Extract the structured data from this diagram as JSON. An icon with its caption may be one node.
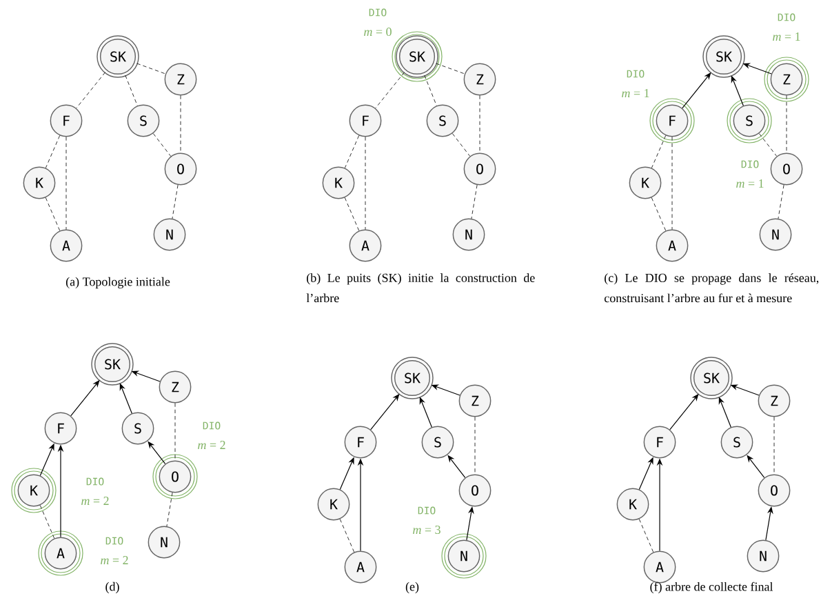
{
  "diagram": {
    "nodes": [
      {
        "text": [
          "SK"
        ]
      },
      {
        "text": [
          "Z"
        ]
      },
      {
        "text": [
          "F"
        ]
      },
      {
        "text": [
          "S"
        ]
      },
      {
        "text": [
          "O"
        ]
      },
      {
        "text": [
          "K"
        ]
      },
      {
        "text": [
          "A"
        ]
      },
      {
        "text": [
          "N"
        ]
      },
      {
        "text": [
          "SK"
        ],
        "beside": [
          "DIO",
          "*m* = 0"
        ]
      },
      {
        "text": [
          "Z"
        ]
      },
      {
        "text": [
          "F"
        ]
      },
      {
        "text": [
          "S"
        ]
      },
      {
        "text": [
          "O"
        ]
      },
      {
        "text": [
          "K"
        ]
      },
      {
        "text": [
          "A"
        ]
      },
      {
        "text": [
          "N"
        ]
      },
      {
        "text": [
          "SK"
        ]
      },
      {
        "text": [
          "Z"
        ],
        "beside": [
          "DIO",
          "*m* = 1"
        ]
      },
      {
        "text": [
          "F"
        ],
        "beside": [
          "DIO",
          "*m* = 1"
        ]
      },
      {
        "text": [
          "S"
        ],
        "beside": [
          "DIO",
          "*m* = 1"
        ]
      },
      {
        "text": [
          "O"
        ]
      },
      {
        "text": [
          "K"
        ]
      },
      {
        "text": [
          "A"
        ]
      },
      {
        "text": [
          "N"
        ]
      },
      {
        "text": [
          "SK"
        ]
      },
      {
        "text": [
          "Z"
        ]
      },
      {
        "text": [
          "F"
        ]
      },
      {
        "text": [
          "S"
        ]
      },
      {
        "text": [
          "O"
        ],
        "beside": [
          "DIO",
          "*m* = 2"
        ]
      },
      {
        "text": [
          "K"
        ],
        "beside": [
          "DIO",
          "*m* = 2"
        ]
      },
      {
        "text": [
          "A"
        ],
        "beside": [
          "DIO",
          "*m* = 2"
        ]
      },
      {
        "text": [
          "N"
        ]
      },
      {
        "text": [
          "SK"
        ]
      },
      {
        "text": [
          "Z"
        ]
      },
      {
        "text": [
          "F"
        ]
      },
      {
        "text": [
          "S"
        ]
      },
      {
        "text": [
          "O"
        ]
      },
      {
        "text": [
          "K"
        ]
      },
      {
        "text": [
          "A"
        ]
      },
      {
        "text": [
          "N"
        ],
        "beside": [
          "DIO",
          "*m* = 3"
        ]
      },
      {
        "text": [
          "SK"
        ]
      },
      {
        "text": [
          "Z"
        ]
      },
      {
        "text": [
          "F"
        ]
      },
      {
        "text": [
          "S"
        ]
      },
      {
        "text": [
          "O"
        ]
      },
      {
        "text": [
          "K"
        ]
      },
      {
        "text": [
          "A"
        ]
      },
      {
        "text": [
          "N"
        ]
      }
    ],
    "edges": [
      {
        "from": 0,
        "to": 2,
        "arrow": "none",
        "style": "dashed"
      },
      {
        "from": 0,
        "to": 3,
        "arrow": "none",
        "style": "dashed"
      },
      {
        "from": 0,
        "to": 1,
        "arrow": "none",
        "style": "dashed"
      },
      {
        "from": 2,
        "to": 5,
        "arrow": "none",
        "style": "dashed"
      },
      {
        "from": 2,
        "to": 6,
        "arrow": "none",
        "style": "dashed"
      },
      {
        "from": 5,
        "to": 6,
        "arrow": "none",
        "style": "dashed"
      },
      {
        "from": 3,
        "to": 4,
        "arrow": "none",
        "style": "dashed"
      },
      {
        "from": 1,
        "to": 4,
        "arrow": "none",
        "style": "dashed"
      },
      {
        "from": 4,
        "to": 7,
        "arrow": "none",
        "style": "dashed"
      },
      {
        "from": 8,
        "to": 10,
        "arrow": "none",
        "style": "dashed"
      },
      {
        "from": 8,
        "to": 11,
        "arrow": "none",
        "style": "dashed"
      },
      {
        "from": 8,
        "to": 9,
        "arrow": "none",
        "style": "dashed"
      },
      {
        "from": 10,
        "to": 13,
        "arrow": "none",
        "style": "dashed"
      },
      {
        "from": 10,
        "to": 14,
        "arrow": "none",
        "style": "dashed"
      },
      {
        "from": 13,
        "to": 14,
        "arrow": "none",
        "style": "dashed"
      },
      {
        "from": 11,
        "to": 12,
        "arrow": "none",
        "style": "dashed"
      },
      {
        "from": 9,
        "to": 12,
        "arrow": "none",
        "style": "dashed"
      },
      {
        "from": 12,
        "to": 15,
        "arrow": "none",
        "style": "dashed"
      },
      {
        "from": 18,
        "to": 16,
        "arrow": "to"
      },
      {
        "from": 19,
        "to": 16,
        "arrow": "to"
      },
      {
        "from": 17,
        "to": 16,
        "arrow": "to"
      },
      {
        "from": 18,
        "to": 21,
        "arrow": "none",
        "style": "dashed"
      },
      {
        "from": 18,
        "to": 22,
        "arrow": "none",
        "style": "dashed"
      },
      {
        "from": 21,
        "to": 22,
        "arrow": "none",
        "style": "dashed"
      },
      {
        "from": 19,
        "to": 20,
        "arrow": "none",
        "style": "dashed"
      },
      {
        "from": 17,
        "to": 20,
        "arrow": "none",
        "style": "dashed"
      },
      {
        "from": 20,
        "to": 23,
        "arrow": "none",
        "style": "dashed"
      },
      {
        "from": 26,
        "to": 24,
        "arrow": "to"
      },
      {
        "from": 27,
        "to": 24,
        "arrow": "to"
      },
      {
        "from": 25,
        "to": 24,
        "arrow": "to"
      },
      {
        "from": 29,
        "to": 26,
        "arrow": "to"
      },
      {
        "from": 30,
        "to": 26,
        "arrow": "to"
      },
      {
        "from": 29,
        "to": 30,
        "arrow": "none",
        "style": "dashed"
      },
      {
        "from": 28,
        "to": 27,
        "arrow": "to"
      },
      {
        "from": 25,
        "to": 28,
        "arrow": "none",
        "style": "dashed"
      },
      {
        "from": 28,
        "to": 31,
        "arrow": "none",
        "style": "dashed"
      },
      {
        "from": 34,
        "to": 32,
        "arrow": "to"
      },
      {
        "from": 35,
        "to": 32,
        "arrow": "to"
      },
      {
        "from": 33,
        "to": 32,
        "arrow": "to"
      },
      {
        "from": 37,
        "to": 34,
        "arrow": "to"
      },
      {
        "from": 38,
        "to": 34,
        "arrow": "to"
      },
      {
        "from": 37,
        "to": 38,
        "arrow": "none",
        "style": "dashed"
      },
      {
        "from": 36,
        "to": 35,
        "arrow": "to"
      },
      {
        "from": 33,
        "to": 36,
        "arrow": "none",
        "style": "dashed"
      },
      {
        "from": 39,
        "to": 36,
        "arrow": "to"
      },
      {
        "from": 42,
        "to": 40,
        "arrow": "to"
      },
      {
        "from": 43,
        "to": 40,
        "arrow": "to"
      },
      {
        "from": 41,
        "to": 40,
        "arrow": "to"
      },
      {
        "from": 45,
        "to": 42,
        "arrow": "to"
      },
      {
        "from": 46,
        "to": 42,
        "arrow": "to"
      },
      {
        "from": 45,
        "to": 46,
        "arrow": "none",
        "style": "dashed"
      },
      {
        "from": 44,
        "to": 43,
        "arrow": "to"
      },
      {
        "from": 41,
        "to": 44,
        "arrow": "none",
        "style": "dashed"
      },
      {
        "from": 47,
        "to": 44,
        "arrow": "to"
      }
    ],
    "labels": [
      "(a) Topologie initiale",
      "(b) Le puits (SK) initie la construction de l’arbre",
      "(c) Le DIO se propage dans le réseau, construisant l’arbre au fur et à mesure",
      "(d)",
      "(e)",
      "(f) arbre de collecte final"
    ]
  }
}
